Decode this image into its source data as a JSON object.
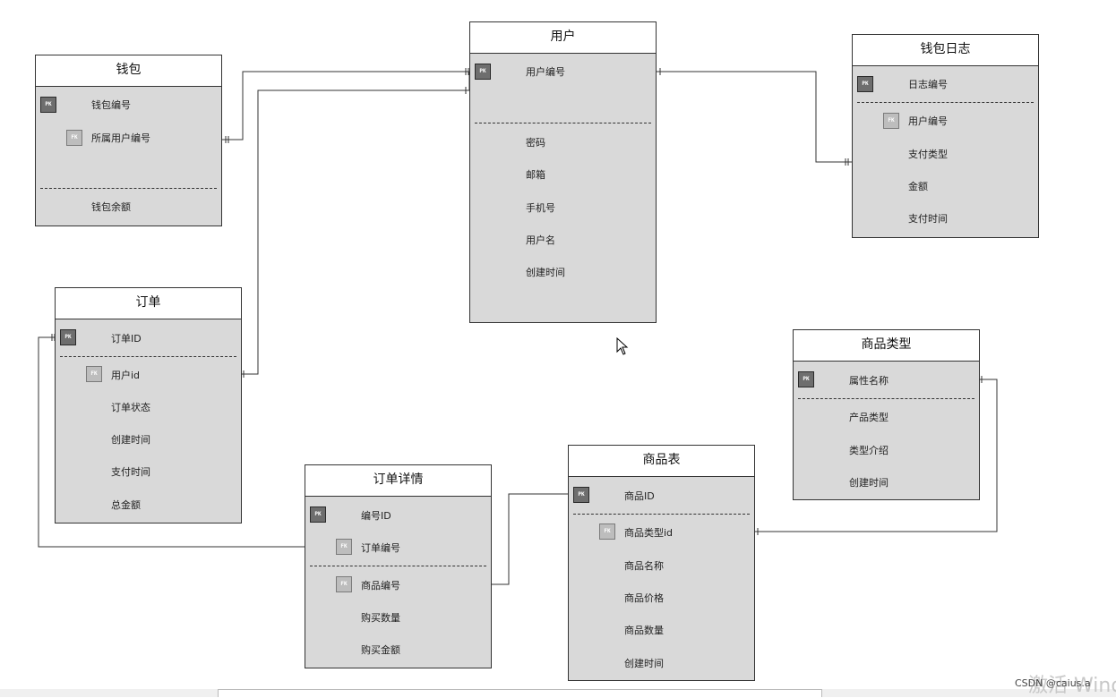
{
  "entities": {
    "wallet": {
      "title": "钱包",
      "fields": [
        "钱包编号",
        "所属用户编号",
        "钱包余额"
      ],
      "key_labels": [
        "PK",
        "FK"
      ]
    },
    "user": {
      "title": "用户",
      "fields": [
        "用户编号",
        "密码",
        "邮箱",
        "手机号",
        "用户名",
        "创建时间"
      ],
      "key_labels": [
        "PK"
      ]
    },
    "wallet_log": {
      "title": "钱包日志",
      "fields": [
        "日志编号",
        "用户编号",
        "支付类型",
        "金额",
        "支付时间"
      ],
      "key_labels": [
        "PK",
        "FK"
      ]
    },
    "order": {
      "title": "订单",
      "fields": [
        "订单ID",
        "用户id",
        "订单状态",
        "创建时间",
        "支付时间",
        "总金额"
      ],
      "key_labels": [
        "PK",
        "FK"
      ]
    },
    "product_type": {
      "title": "商品类型",
      "fields": [
        "属性名称",
        "产品类型",
        "类型介绍",
        "创建时间"
      ],
      "key_labels": [
        "PK"
      ]
    },
    "order_detail": {
      "title": "订单详情",
      "fields": [
        "编号ID",
        "订单编号",
        "商品编号",
        "购买数量",
        "购买金额"
      ],
      "key_labels": [
        "PK",
        "FK",
        "FK"
      ]
    },
    "product": {
      "title": "商品表",
      "fields": [
        "商品ID",
        "商品类型id",
        "商品名称",
        "商品价格",
        "商品数量",
        "创建时间"
      ],
      "key_labels": [
        "PK",
        "FK"
      ]
    }
  },
  "footer": {
    "csdn": "CSDN @caius.a",
    "watermark": "激活 Windo"
  },
  "colors": {
    "entity_fill": "#d9d9d9",
    "header_fill": "#ffffff",
    "pk_fill": "#6e6e6e",
    "fk_fill": "#bdbdbd",
    "line": "#333333"
  }
}
